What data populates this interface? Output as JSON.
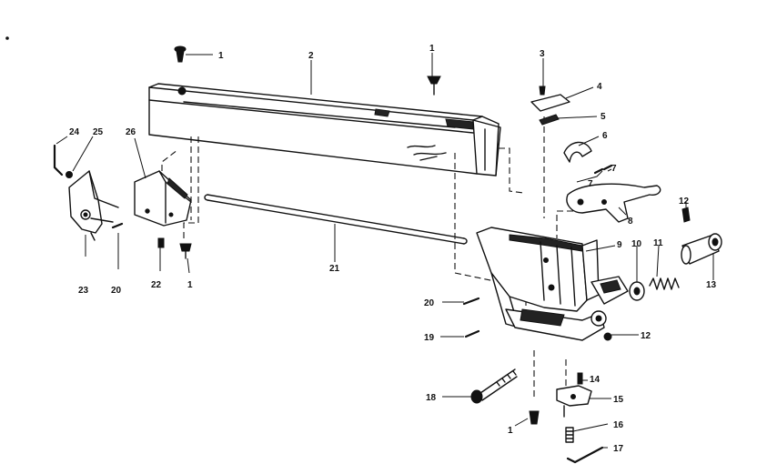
{
  "diagram": {
    "background": "#ffffff",
    "ink_color": "#111111",
    "callouts": [
      {
        "id": "c-1a",
        "text": "1"
      },
      {
        "id": "c-2",
        "text": "2"
      },
      {
        "id": "c-1b",
        "text": "1"
      },
      {
        "id": "c-3",
        "text": "3"
      },
      {
        "id": "c-4",
        "text": "4"
      },
      {
        "id": "c-5",
        "text": "5"
      },
      {
        "id": "c-6",
        "text": "6"
      },
      {
        "id": "c-7a",
        "text": "7"
      },
      {
        "id": "c-7b",
        "text": "7"
      },
      {
        "id": "c-8",
        "text": "8"
      },
      {
        "id": "c-9",
        "text": "9"
      },
      {
        "id": "c-10",
        "text": "10"
      },
      {
        "id": "c-11",
        "text": "11"
      },
      {
        "id": "c-12a",
        "text": "12"
      },
      {
        "id": "c-13",
        "text": "13"
      },
      {
        "id": "c-12b",
        "text": "12"
      },
      {
        "id": "c-14",
        "text": "14"
      },
      {
        "id": "c-15",
        "text": "15"
      },
      {
        "id": "c-16",
        "text": "16"
      },
      {
        "id": "c-17",
        "text": "17"
      },
      {
        "id": "c-1c",
        "text": "1"
      },
      {
        "id": "c-18",
        "text": "18"
      },
      {
        "id": "c-19",
        "text": "19"
      },
      {
        "id": "c-20a",
        "text": "20"
      },
      {
        "id": "c-21",
        "text": "21"
      },
      {
        "id": "c-24",
        "text": "24"
      },
      {
        "id": "c-25",
        "text": "25"
      },
      {
        "id": "c-26",
        "text": "26"
      },
      {
        "id": "c-23",
        "text": "23"
      },
      {
        "id": "c-20b",
        "text": "20"
      },
      {
        "id": "c-22",
        "text": "22"
      },
      {
        "id": "c-1d",
        "text": "1"
      }
    ]
  }
}
